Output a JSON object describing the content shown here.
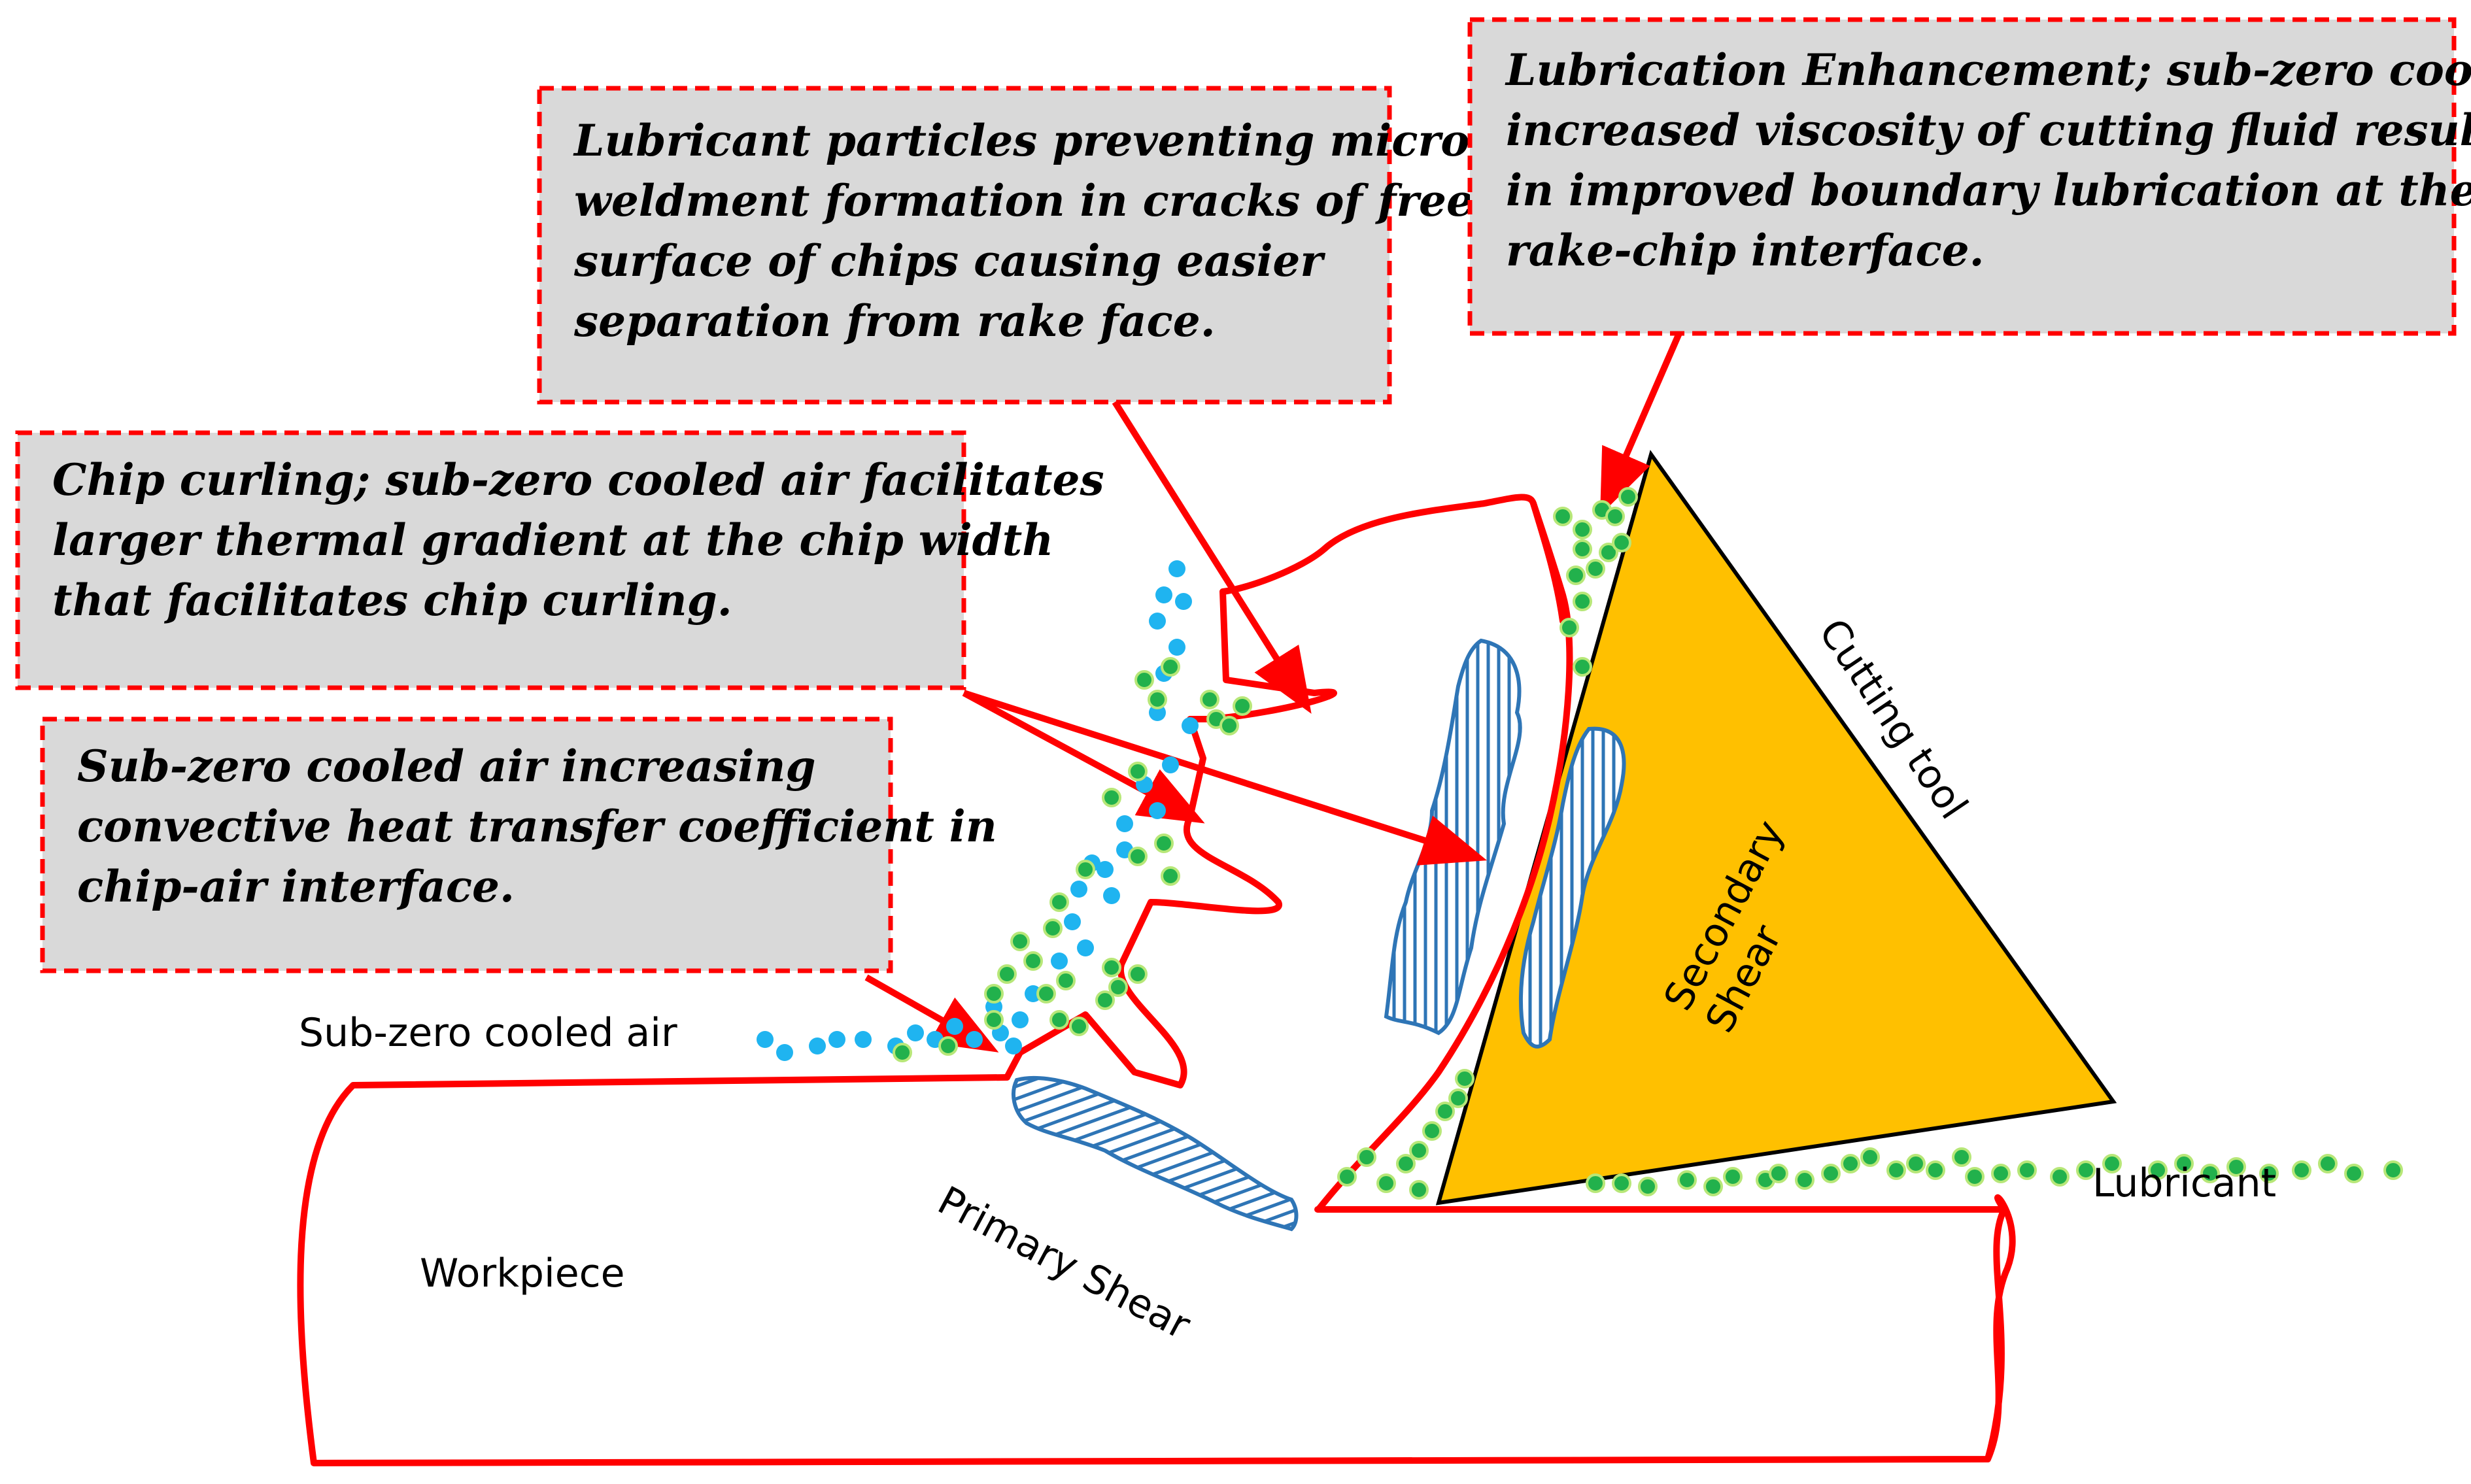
{
  "callouts": {
    "lubricant_particles": {
      "lines": [
        "Lubricant particles preventing micro-",
        "weldment formation in cracks of free",
        "surface of chips causing easier",
        "separation from rake face."
      ]
    },
    "lubrication_enhancement": {
      "lines": [
        "Lubrication Enhancement; sub-zero cool air",
        "increased viscosity of cutting fluid resulting",
        "in improved boundary lubrication at the",
        "rake-chip interface."
      ]
    },
    "chip_curling": {
      "lines": [
        "Chip curling; sub-zero cooled air facilitates",
        "larger thermal gradient at the chip width",
        "that facilitates chip curling."
      ]
    },
    "convective_heat": {
      "lines": [
        "Sub-zero cooled air increasing",
        "convective heat transfer coefficient in",
        "chip-air interface."
      ]
    }
  },
  "labels": {
    "sub_zero_air": "Sub-zero cooled air",
    "workpiece": "Workpiece",
    "primary_shear": "Primary Shear",
    "secondary_shear": [
      "Secondary",
      "Shear"
    ],
    "cutting_tool": "Cutting tool",
    "lubricant": "Lubricant"
  },
  "colors": {
    "outline": "#ff0000",
    "box_fill": "#d9d9d9",
    "tool_fill": "#ffc000",
    "shear_hatch": "#2e75b6",
    "air_particle": "#1fb4f0",
    "lubricant_particle": "#22b14c"
  }
}
